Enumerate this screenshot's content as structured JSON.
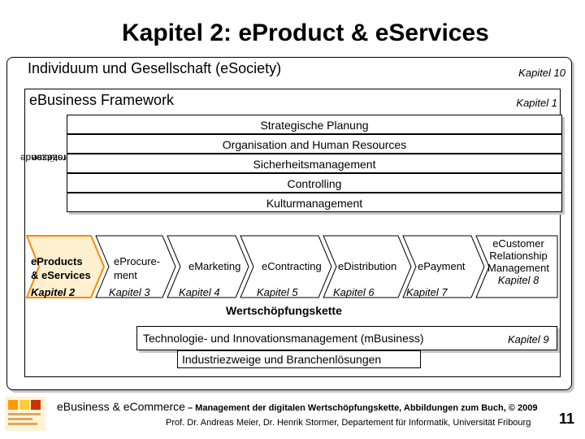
{
  "title": "Kapitel 2: eProduct & eServices",
  "outer": {
    "label": "Individuum und Gesellschaft (eSociety)",
    "chapter": "Kapitel 10"
  },
  "framework": {
    "label": "eBusiness Framework",
    "chapter": "Kapitel 1"
  },
  "support": {
    "label_line1": "unterstützende",
    "label_line2": "Prozesse"
  },
  "support_bars": [
    "Strategische Planung",
    "Organisation and Human Resources",
    "Sicherheitsmanagement",
    "Controlling",
    "Kulturmanagement"
  ],
  "chain": {
    "highlight": {
      "line1": "eProducts",
      "line2": "& eServices",
      "chapter": "Kapitel 2"
    },
    "procurement": {
      "line1": "eProcure-",
      "line2": "ment",
      "chapter": "Kapitel 3"
    },
    "marketing": {
      "label": "eMarketing",
      "chapter": "Kapitel 4"
    },
    "contracting": {
      "label": "eContracting",
      "chapter": "Kapitel 5"
    },
    "distribution": {
      "label": "eDistribution",
      "chapter": "Kapitel 6"
    },
    "payment": {
      "label": "ePayment",
      "chapter": "Kapitel 7"
    },
    "crm": {
      "line1": "eCustomer",
      "line2": "Relationship",
      "line3": "Management",
      "chapter": "Kapitel 8"
    },
    "caption": "Wertschöpfungskette"
  },
  "technology": {
    "label": "Technologie- und Innovationsmanagement (mBusiness)",
    "chapter": "Kapitel 9"
  },
  "industries": {
    "label": "Industriezweige und Branchenlösungen"
  },
  "footer": {
    "main": "eBusiness & eCommerce",
    "sub": " – Management der digitalen Wertschöpfungskette, Abbildungen zum Buch, © 2009",
    "authors": "Prof. Dr. Andreas Meier, Dr. Henrik Stormer, Departement für Informatik, Universität Fribourg",
    "page_number": "11"
  },
  "colors": {
    "highlight": "#ff8800",
    "highlight_fill": "#fff0d0",
    "accent_red": "#cc0000"
  }
}
